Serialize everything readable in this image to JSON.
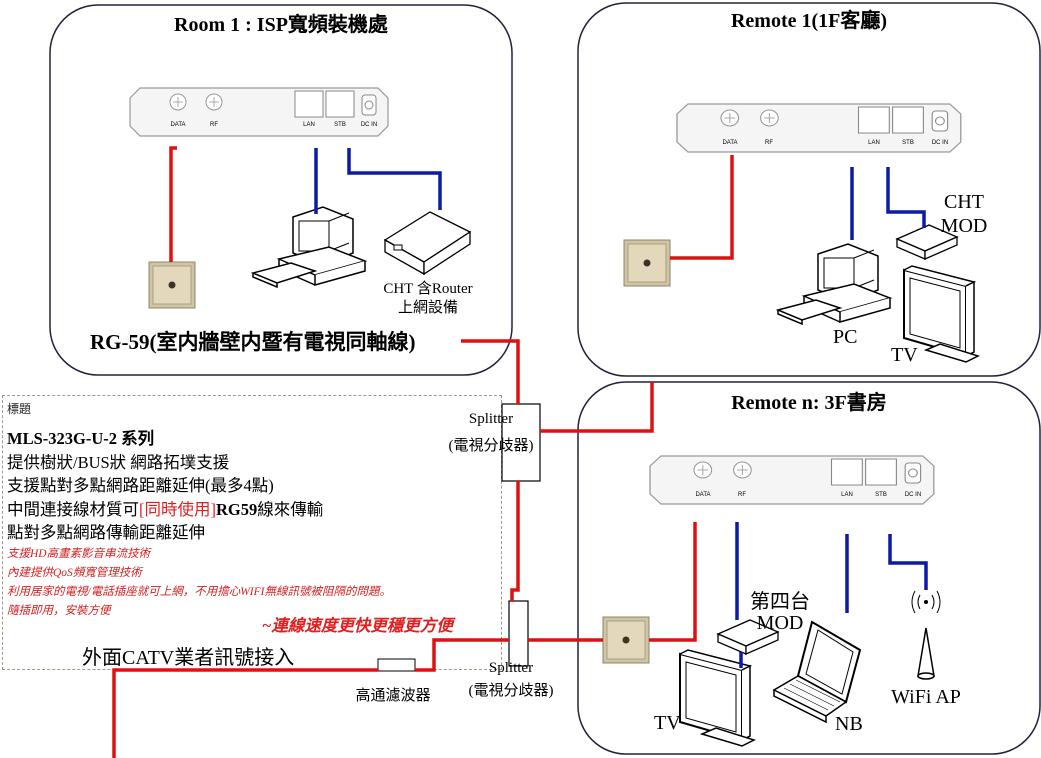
{
  "rooms": {
    "room1_title": "Room 1 : ISP寬頻裝機處",
    "remote1_title": "Remote 1(1F客廳)",
    "remoten_title": "Remote n: 3F書房"
  },
  "ports": {
    "data": "DATA",
    "rf": "RF",
    "lan": "LAN",
    "stb": "STB",
    "dcin": "DC IN"
  },
  "labels": {
    "cht_router_1": "CHT 含Router",
    "cht_router_2": "上網設備",
    "rg59": "RG-59(室内牆壁内暨有電視同軸線)",
    "cht_mod_1": "CHT",
    "cht_mod_2": "MOD",
    "pc": "PC",
    "tv": "TV",
    "splitter": "Splitter",
    "splitter_cn": "(電視分歧器)",
    "fourth_mod_1": "第四台",
    "fourth_mod_2": "MOD",
    "nb": "NB",
    "wifi_ap": "WiFi AP",
    "catv_in": "外面CATV業者訊號接入",
    "highpass": "高通濾波器"
  },
  "description": {
    "tag": "標題",
    "line1": "MLS-323G-U-2 系列",
    "line2": "提供樹狀/BUS狀 網路拓墣支援",
    "line3": "支援點對多點網路距離延伸(最多4點)",
    "line4a": "中間連接線材質可",
    "line4b": "[同時使用]",
    "line4c": "RG59",
    "line4d": "線來傳輸",
    "line5": "點對多點網路傳輸距離延伸",
    "note1": "支援HD高畫素影音串流技術",
    "note2": "內建提供QoS頻寬管理技術",
    "note3": "利用居家的電視/電話插座就可上網，不用擔心WIFI無線訊號被阻隔的問題。",
    "note4": "隨插即用，安裝方便"
  },
  "slogan": "~連線速度更快更穩更方便",
  "colors": {
    "coax": "#e01010",
    "ethernet": "#0b1aa8",
    "panel": "#f4f4f4",
    "wallplate": "#c9bea0"
  }
}
